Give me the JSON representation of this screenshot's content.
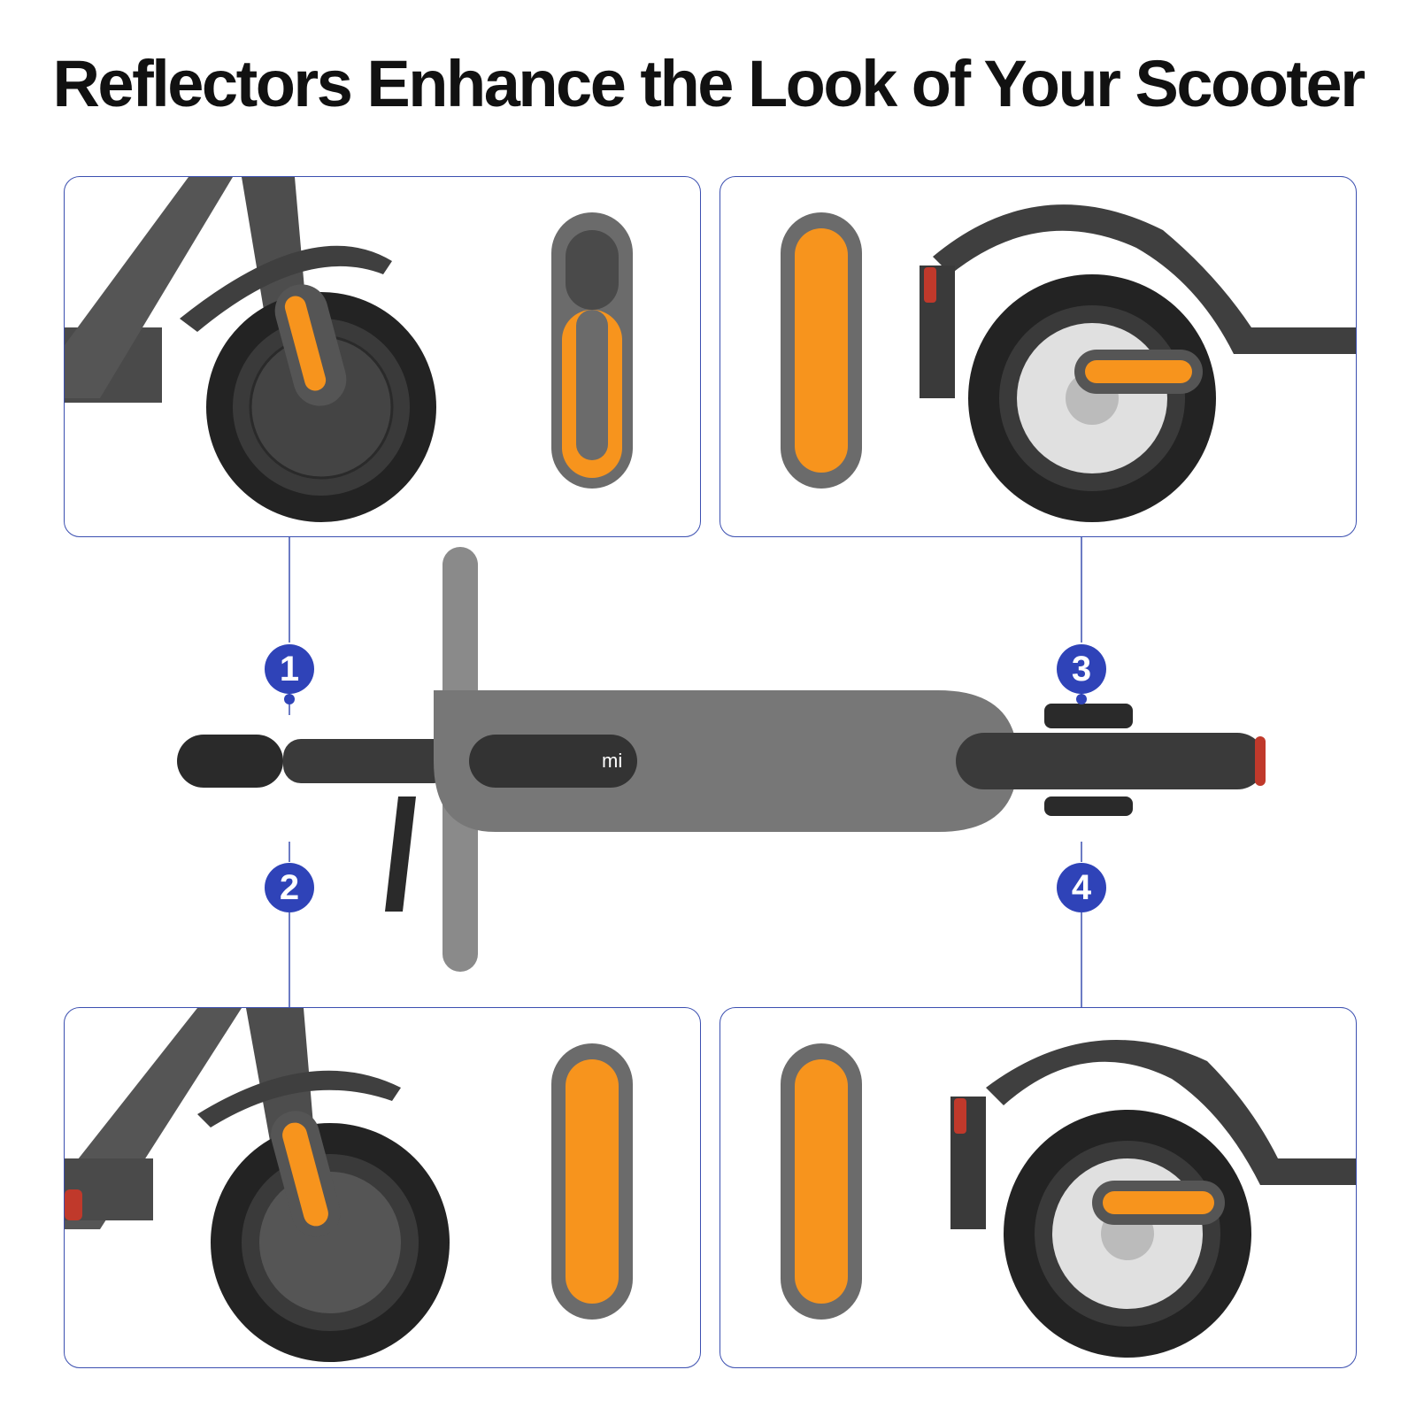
{
  "title": "Reflectors Enhance the Look of  Your Scooter",
  "colors": {
    "accent": "#2f43b8",
    "frame": "#3b4fb0",
    "reflector": "#f7941d",
    "scooter": "#3a3a3a"
  },
  "markers": [
    {
      "id": 1,
      "label": "1"
    },
    {
      "id": 2,
      "label": "2"
    },
    {
      "id": 3,
      "label": "3"
    },
    {
      "id": 4,
      "label": "4"
    }
  ],
  "logo_text": "mi"
}
